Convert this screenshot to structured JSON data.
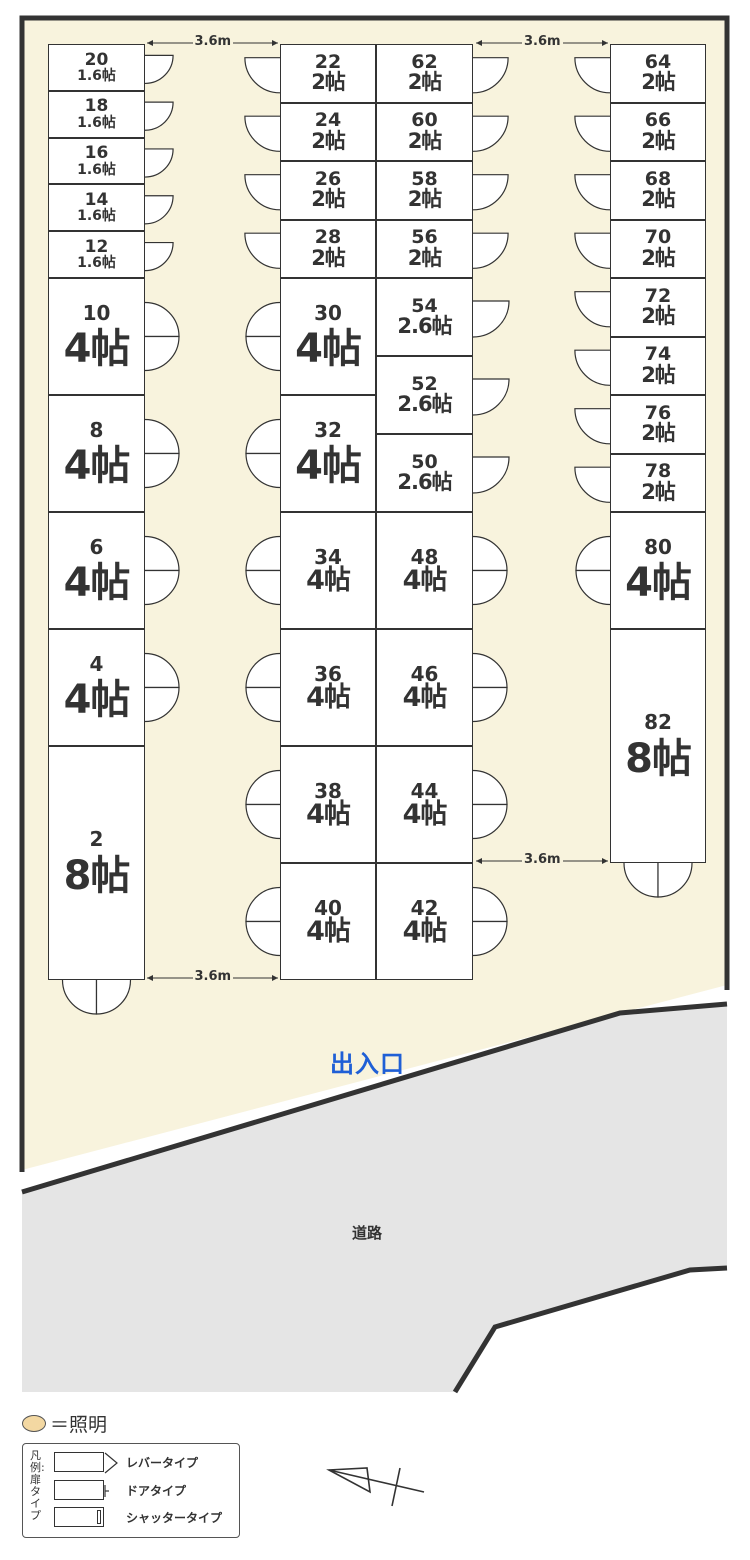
{
  "units": [
    {
      "no": "20",
      "size": "1.6帖",
      "col": "A",
      "row": 0,
      "span": 1,
      "grid": "small",
      "cls": "s-xs",
      "doors": "R1"
    },
    {
      "no": "18",
      "size": "1.6帖",
      "col": "A",
      "row": 1,
      "span": 1,
      "grid": "small",
      "cls": "s-xs",
      "doors": "R1"
    },
    {
      "no": "16",
      "size": "1.6帖",
      "col": "A",
      "row": 2,
      "span": 1,
      "grid": "small",
      "cls": "s-xs",
      "doors": "R1"
    },
    {
      "no": "14",
      "size": "1.6帖",
      "col": "A",
      "row": 3,
      "span": 1,
      "grid": "small",
      "cls": "s-xs",
      "doors": "R1"
    },
    {
      "no": "12",
      "size": "1.6帖",
      "col": "A",
      "row": 4,
      "span": 1,
      "grid": "small",
      "cls": "s-xs",
      "doors": "R1"
    },
    {
      "no": "10",
      "size": "4帖",
      "col": "A",
      "row": 0,
      "span": 1,
      "grid": "main",
      "cls": "s-l",
      "doors": "R2"
    },
    {
      "no": "8",
      "size": "4帖",
      "col": "A",
      "row": 1,
      "span": 1,
      "grid": "main",
      "cls": "s-l",
      "doors": "R2"
    },
    {
      "no": "6",
      "size": "4帖",
      "col": "A",
      "row": 2,
      "span": 1,
      "grid": "main",
      "cls": "s-l",
      "doors": "R2"
    },
    {
      "no": "4",
      "size": "4帖",
      "col": "A",
      "row": 3,
      "span": 1,
      "grid": "main",
      "cls": "s-l",
      "doors": "R2"
    },
    {
      "no": "2",
      "size": "8帖",
      "col": "A",
      "row": 4,
      "span": 2,
      "grid": "main",
      "cls": "s-l",
      "doors": "B2"
    },
    {
      "no": "22",
      "size": "2帖",
      "col": "B",
      "row": 0,
      "span": 1,
      "grid": "quad",
      "cls": "s-s",
      "doors": "L1"
    },
    {
      "no": "24",
      "size": "2帖",
      "col": "B",
      "row": 1,
      "span": 1,
      "grid": "quad",
      "cls": "s-s",
      "doors": "L1"
    },
    {
      "no": "26",
      "size": "2帖",
      "col": "B",
      "row": 2,
      "span": 1,
      "grid": "quad",
      "cls": "s-s",
      "doors": "L1"
    },
    {
      "no": "28",
      "size": "2帖",
      "col": "B",
      "row": 3,
      "span": 1,
      "grid": "quad",
      "cls": "s-s",
      "doors": "L1"
    },
    {
      "no": "30",
      "size": "4帖",
      "col": "B",
      "row": 0,
      "span": 1,
      "grid": "main",
      "cls": "s-l",
      "doors": "L2"
    },
    {
      "no": "32",
      "size": "4帖",
      "col": "B",
      "row": 1,
      "span": 1,
      "grid": "main",
      "cls": "s-l",
      "doors": "L2"
    },
    {
      "no": "34",
      "size": "4帖",
      "col": "B",
      "row": 2,
      "span": 1,
      "grid": "main",
      "cls": "s-m",
      "doors": "L2"
    },
    {
      "no": "36",
      "size": "4帖",
      "col": "B",
      "row": 3,
      "span": 1,
      "grid": "main",
      "cls": "s-m",
      "doors": "L2"
    },
    {
      "no": "38",
      "size": "4帖",
      "col": "B",
      "row": 4,
      "span": 1,
      "grid": "main",
      "cls": "s-m",
      "doors": "L2"
    },
    {
      "no": "40",
      "size": "4帖",
      "col": "B",
      "row": 5,
      "span": 1,
      "grid": "main",
      "cls": "s-m",
      "doors": "L2"
    },
    {
      "no": "62",
      "size": "2帖",
      "col": "C",
      "row": 0,
      "span": 1,
      "grid": "quad",
      "cls": "s-s",
      "doors": "R1"
    },
    {
      "no": "60",
      "size": "2帖",
      "col": "C",
      "row": 1,
      "span": 1,
      "grid": "quad",
      "cls": "s-s",
      "doors": "R1"
    },
    {
      "no": "58",
      "size": "2帖",
      "col": "C",
      "row": 2,
      "span": 1,
      "grid": "quad",
      "cls": "s-s",
      "doors": "R1"
    },
    {
      "no": "56",
      "size": "2帖",
      "col": "C",
      "row": 3,
      "span": 1,
      "grid": "quad",
      "cls": "s-s",
      "doors": "R1"
    },
    {
      "no": "54",
      "size": "2.6帖",
      "col": "C",
      "row": 0,
      "span": 1,
      "grid": "third",
      "cls": "s-s",
      "doors": "R1"
    },
    {
      "no": "52",
      "size": "2.6帖",
      "col": "C",
      "row": 1,
      "span": 1,
      "grid": "third",
      "cls": "s-s",
      "doors": "R1"
    },
    {
      "no": "50",
      "size": "2.6帖",
      "col": "C",
      "row": 2,
      "span": 1,
      "grid": "third",
      "cls": "s-s",
      "doors": "R1"
    },
    {
      "no": "48",
      "size": "4帖",
      "col": "C",
      "row": 2,
      "span": 1,
      "grid": "main",
      "cls": "s-m",
      "doors": "R2"
    },
    {
      "no": "46",
      "size": "4帖",
      "col": "C",
      "row": 3,
      "span": 1,
      "grid": "main",
      "cls": "s-m",
      "doors": "R2"
    },
    {
      "no": "44",
      "size": "4帖",
      "col": "C",
      "row": 4,
      "span": 1,
      "grid": "main",
      "cls": "s-m",
      "doors": "R2"
    },
    {
      "no": "42",
      "size": "4帖",
      "col": "C",
      "row": 5,
      "span": 1,
      "grid": "main",
      "cls": "s-m",
      "doors": "R2"
    },
    {
      "no": "64",
      "size": "2帖",
      "col": "D",
      "row": 0,
      "span": 1,
      "grid": "quad",
      "cls": "s-s",
      "doors": "L1"
    },
    {
      "no": "66",
      "size": "2帖",
      "col": "D",
      "row": 1,
      "span": 1,
      "grid": "quad",
      "cls": "s-s",
      "doors": "L1"
    },
    {
      "no": "68",
      "size": "2帖",
      "col": "D",
      "row": 2,
      "span": 1,
      "grid": "quad",
      "cls": "s-s",
      "doors": "L1"
    },
    {
      "no": "70",
      "size": "2帖",
      "col": "D",
      "row": 3,
      "span": 1,
      "grid": "quad",
      "cls": "s-s",
      "doors": "L1"
    },
    {
      "no": "72",
      "size": "2帖",
      "col": "D",
      "row": 4,
      "span": 1,
      "grid": "quad",
      "cls": "s-s",
      "doors": "L1"
    },
    {
      "no": "74",
      "size": "2帖",
      "col": "D",
      "row": 5,
      "span": 1,
      "grid": "quad",
      "cls": "s-s",
      "doors": "L1"
    },
    {
      "no": "76",
      "size": "2帖",
      "col": "D",
      "row": 6,
      "span": 1,
      "grid": "quad",
      "cls": "s-s",
      "doors": "L1"
    },
    {
      "no": "78",
      "size": "2帖",
      "col": "D",
      "row": 7,
      "span": 1,
      "grid": "quad",
      "cls": "s-s",
      "doors": "L1"
    },
    {
      "no": "80",
      "size": "4帖",
      "col": "D",
      "row": 4,
      "span": 1,
      "grid": "main",
      "cls": "s-l",
      "doors": "L2"
    },
    {
      "no": "82",
      "size": "8帖",
      "col": "D",
      "row": 5,
      "span": 2,
      "grid": "main",
      "cls": "s-l",
      "doors": "B2"
    }
  ],
  "dimensions": [
    {
      "id": "aisle-top-left",
      "text": "3.6m"
    },
    {
      "id": "aisle-top-right",
      "text": "3.6m"
    },
    {
      "id": "aisle-bottom-left",
      "text": "3.6m"
    },
    {
      "id": "aisle-bottom-right",
      "text": "3.6m"
    }
  ],
  "labels": {
    "entrance": "出入口",
    "road": "道路"
  },
  "legend": {
    "lighting": "＝照明",
    "door_title": "凡例:扉タイプ",
    "door_types": [
      "レバータイプ",
      "ドアタイプ",
      "シャッタータイプ"
    ]
  },
  "colors": {
    "site": "#f8f3dd",
    "road": "#e5e5e5",
    "line": "#333333",
    "entrance": "#1f5fd6",
    "light": "#f3d8a2"
  }
}
